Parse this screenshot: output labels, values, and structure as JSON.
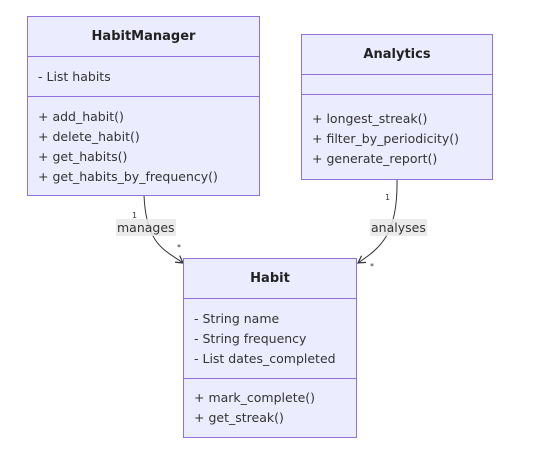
{
  "classes": {
    "habit_manager": {
      "name": "HabitManager",
      "attributes": [
        "- List habits"
      ],
      "methods": [
        "+ add_habit()",
        "+ delete_habit()",
        "+ get_habits()",
        "+ get_habits_by_frequency()"
      ]
    },
    "analytics": {
      "name": "Analytics",
      "attributes": [],
      "methods": [
        "+ longest_streak()",
        "+ filter_by_periodicity()",
        "+ generate_report()"
      ]
    },
    "habit": {
      "name": "Habit",
      "attributes": [
        "- String name",
        "- String frequency",
        "- List dates_completed"
      ],
      "methods": [
        "+ mark_complete()",
        "+ get_streak()"
      ]
    }
  },
  "relations": {
    "manages": {
      "label": "manages",
      "from_multiplicity": "1",
      "to_multiplicity": "*"
    },
    "analyses": {
      "label": "analyses",
      "from_multiplicity": "1",
      "to_multiplicity": "*"
    }
  },
  "colors": {
    "box_fill": "#ECECFF",
    "box_border": "#9370DB",
    "edge": "#333333",
    "label_bg": "#E8E8E8"
  }
}
